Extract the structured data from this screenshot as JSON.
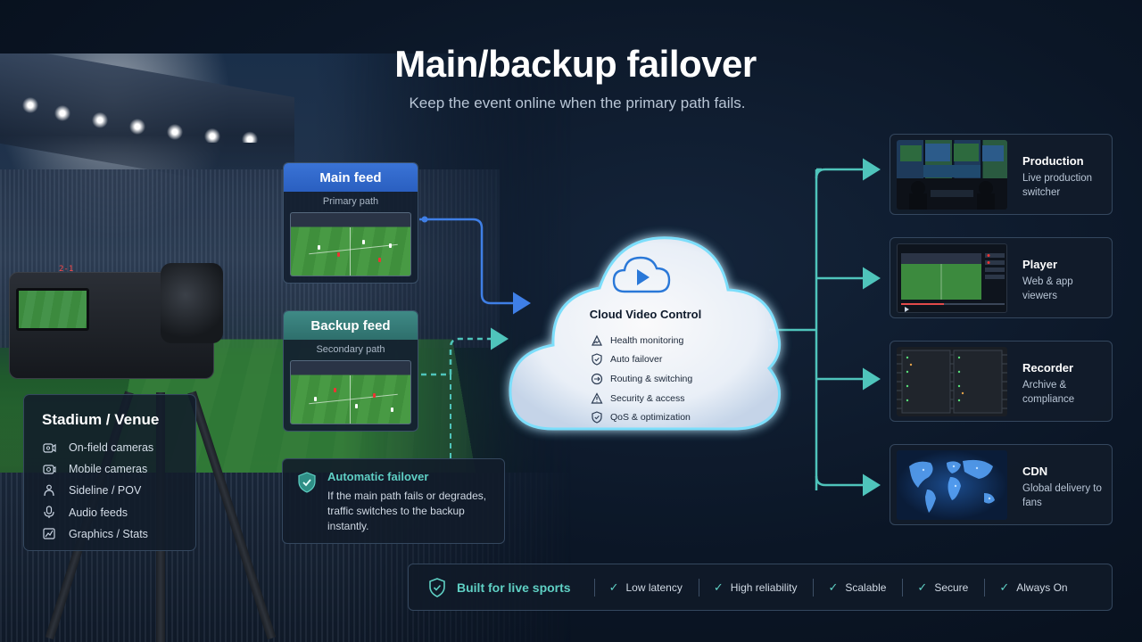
{
  "header": {
    "title": "Main/backup failover",
    "subtitle": "Keep the event online when the primary path fails."
  },
  "feeds": {
    "main": {
      "title": "Main feed",
      "path": "Primary path"
    },
    "backup": {
      "title": "Backup feed",
      "path": "Secondary path"
    }
  },
  "camera": {
    "rec_label": "2-1"
  },
  "venue": {
    "title": "Stadium / Venue",
    "items": [
      {
        "label": "On-field cameras",
        "icon": "camera-icon"
      },
      {
        "label": "Mobile cameras",
        "icon": "mobile-camera-icon"
      },
      {
        "label": "Sideline / POV",
        "icon": "person-icon"
      },
      {
        "label": "Audio feeds",
        "icon": "microphone-icon"
      },
      {
        "label": "Graphics / Stats",
        "icon": "chart-icon"
      }
    ]
  },
  "failover": {
    "title": "Automatic failover",
    "text": "If the main path fails or degrades, traffic switches to the backup instantly."
  },
  "cloud": {
    "title": "Cloud Video Control",
    "items": [
      {
        "label": "Health monitoring",
        "icon": "heart-pulse-icon"
      },
      {
        "label": "Auto failover",
        "icon": "shield-icon"
      },
      {
        "label": "Routing & switching",
        "icon": "routing-icon"
      },
      {
        "label": "Security & access",
        "icon": "lock-icon"
      },
      {
        "label": "QoS & optimization",
        "icon": "gauge-icon"
      }
    ]
  },
  "destinations": [
    {
      "title": "Production",
      "sub": "Live production switcher"
    },
    {
      "title": "Player",
      "sub": "Web & app viewers"
    },
    {
      "title": "Recorder",
      "sub": "Archive & compliance"
    },
    {
      "title": "CDN",
      "sub": "Global delivery to fans"
    }
  ],
  "bottom_bar": {
    "title": "Built for live sports",
    "items": [
      "Low latency",
      "High reliability",
      "Scalable",
      "Secure",
      "Always On"
    ]
  },
  "colors": {
    "main_accent": "#3a73d6",
    "backup_accent": "#3f8a86",
    "teal": "#5fd0c4",
    "cloud_glow": "#7fe3ff"
  }
}
